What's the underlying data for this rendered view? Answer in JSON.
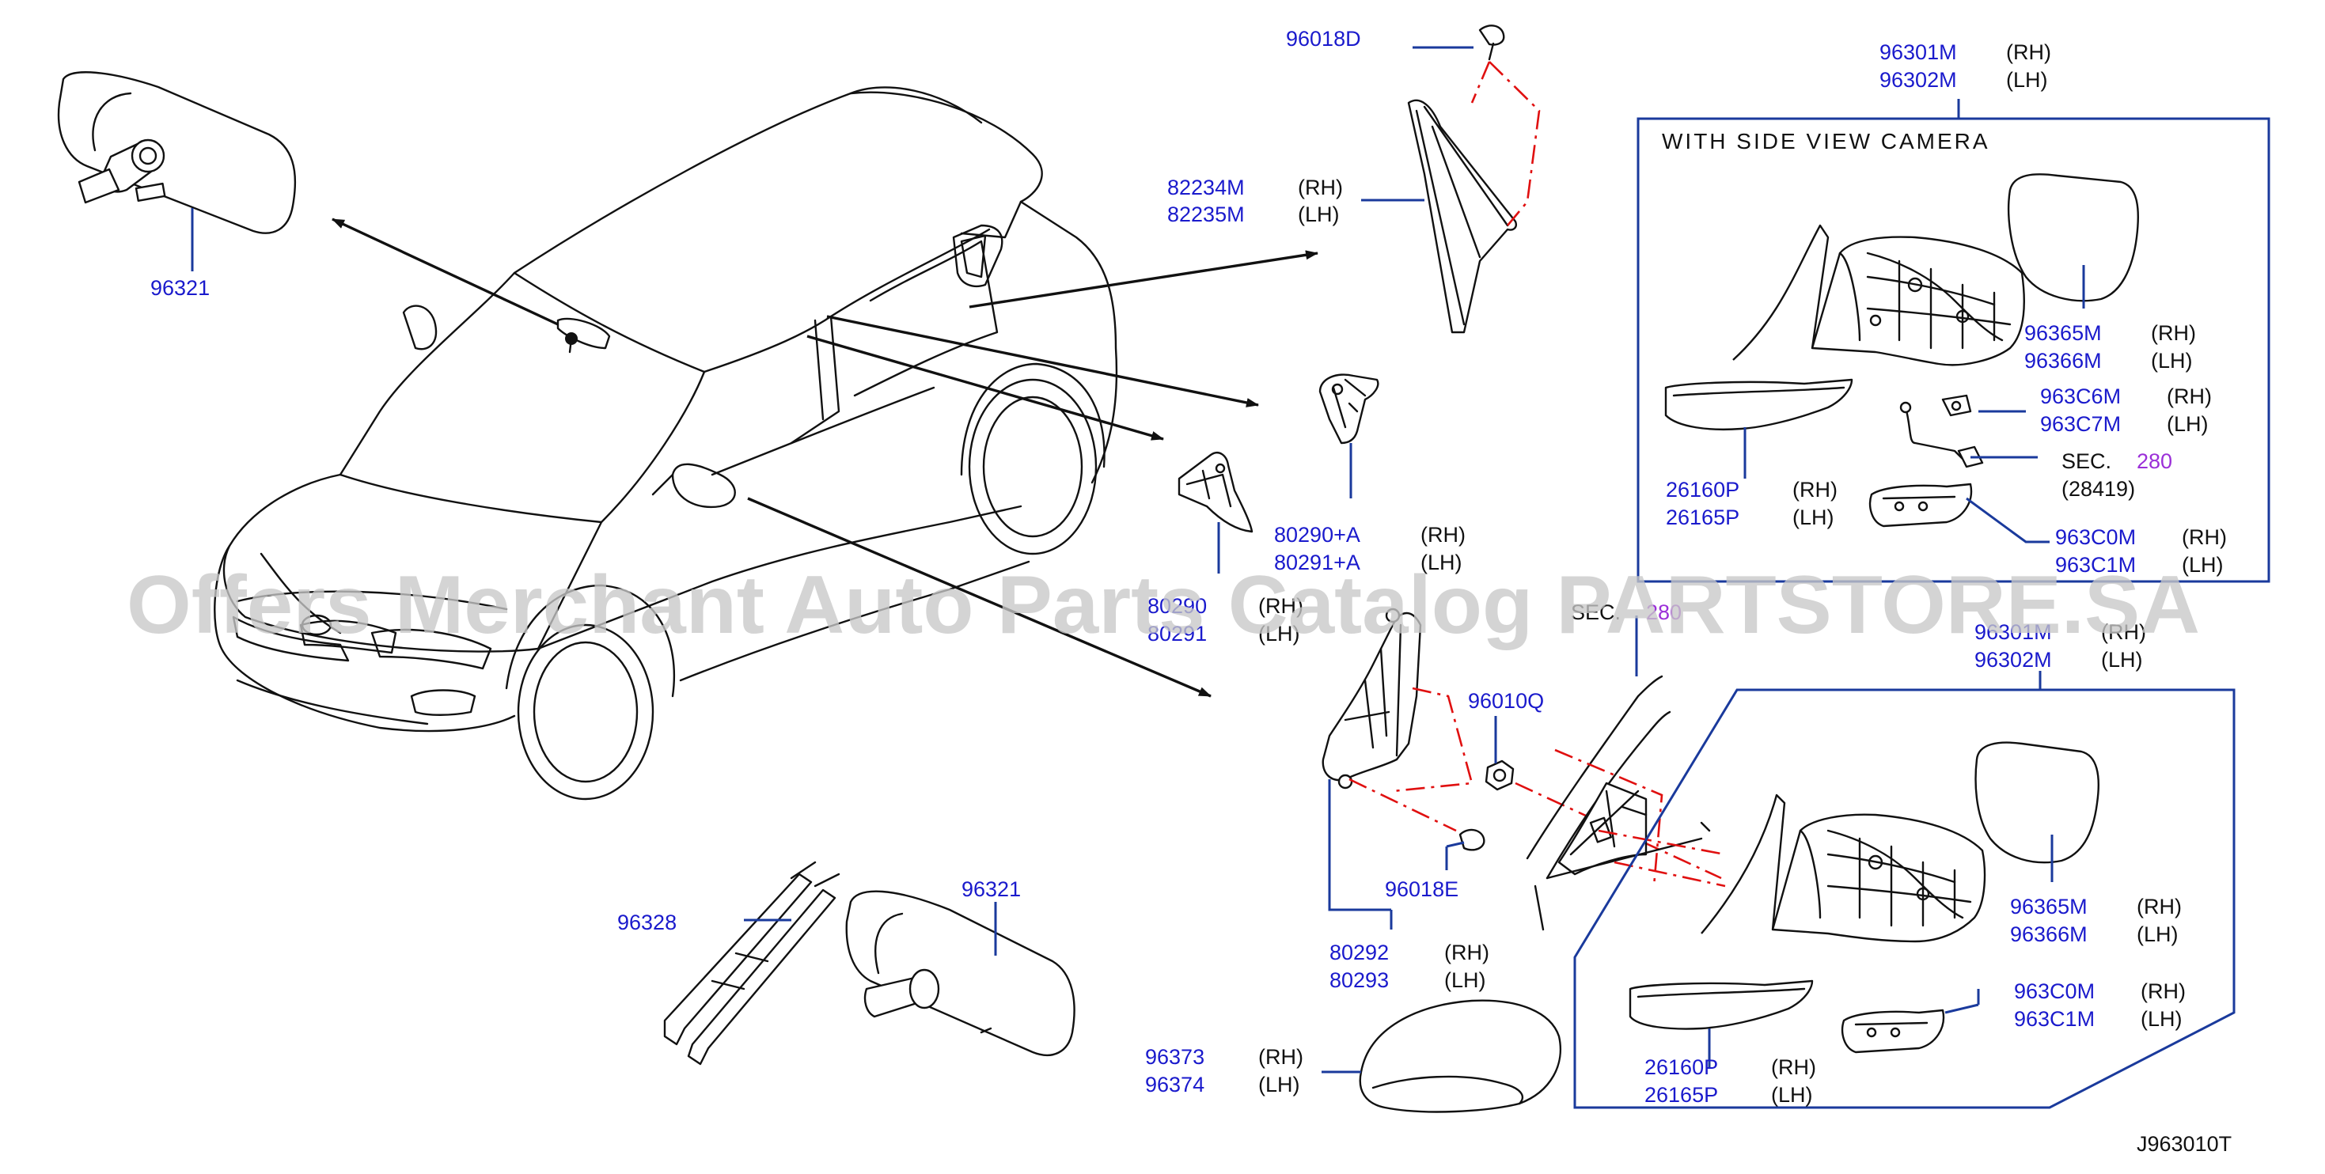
{
  "diagram": {
    "header_camera": "WITH   SIDE   VIEW   CAMERA",
    "sec_label": "SEC.",
    "sec_280": "280",
    "sec_28419": "(28419)",
    "sec_mid_prefix": "SEC.",
    "sec_mid_num": "280",
    "rh": "(RH)",
    "lh": "(LH)",
    "parts": {
      "p96018D": "96018D",
      "p96301M": "96301M",
      "p96302M": "96302M",
      "p96321_top": "96321",
      "p82234M": "82234M",
      "p82235M": "82235M",
      "p96365M": "96365M",
      "p96366M": "96366M",
      "p963C6M": "963C6M",
      "p963C7M": "963C7M",
      "p26160P": "26160P",
      "p26165P": "26165P",
      "p963C0M": "963C0M",
      "p963C1M": "963C1M",
      "p80290A": "80290+A",
      "p80291A": "80291+A",
      "p80290": "80290",
      "p80291": "80291",
      "p96010Q": "96010Q",
      "p96018E": "96018E",
      "p80292": "80292",
      "p80293": "80293",
      "p96328": "96328",
      "p96321_bot": "96321",
      "p96373": "96373",
      "p96374": "96374",
      "p96301M_b": "96301M",
      "p96302M_b": "96302M",
      "p96365M_b": "96365M",
      "p96366M_b": "96366M",
      "p963C0M_b": "963C0M",
      "p963C1M_b": "963C1M",
      "p26160P_b": "26160P",
      "p26165P_b": "26165P"
    },
    "ref_code": "J963010T"
  },
  "watermark": "Offers Merchant Auto Parts Catalog PARTSTORE.SA",
  "colors": {
    "part_number": "#1a1acc",
    "leader": "#1a3a9c",
    "centerline": "#e01010",
    "sec_link": "#9b2fd8"
  }
}
